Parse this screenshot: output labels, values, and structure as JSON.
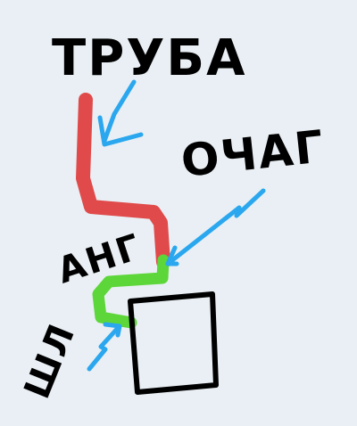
{
  "labels": {
    "pipe": "ТРУБА",
    "hearth": "ОЧАГ",
    "ang": "АНГ",
    "shil": "ШЛ"
  },
  "colors": {
    "background": "#e9eff4",
    "ink": "#000000",
    "pipe": "#e04a4a",
    "green_segment": "#5cd639",
    "arrow": "#2aa7ee"
  }
}
